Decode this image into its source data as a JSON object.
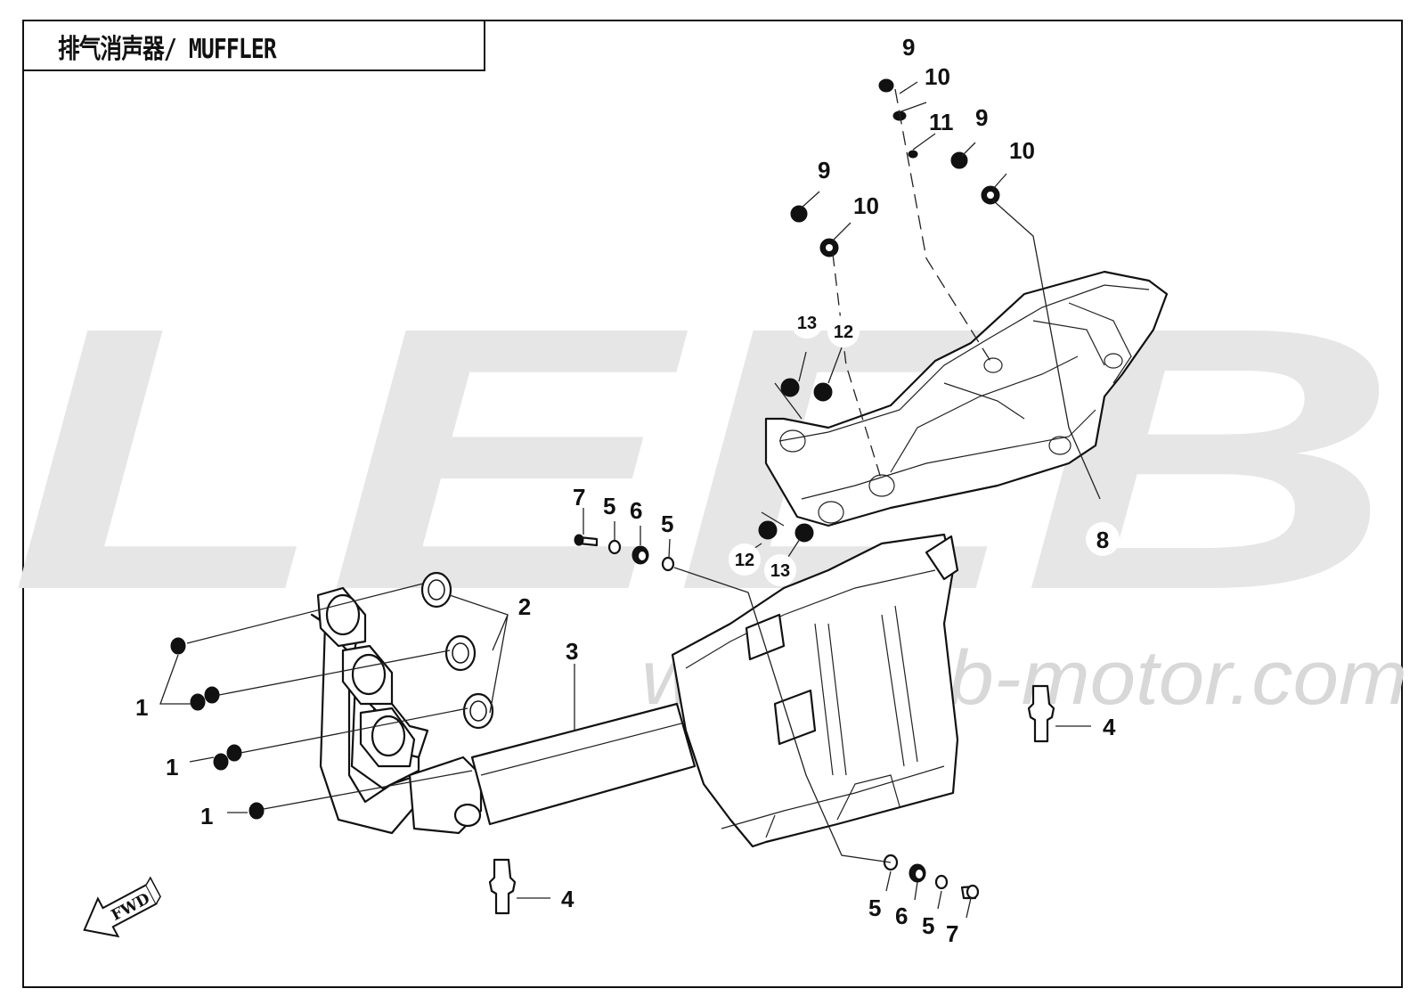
{
  "header": {
    "title": "排气消声器/ MUFFLER"
  },
  "watermark": {
    "brand_letters": "LEEB",
    "url": "www.leeb-motor.com"
  },
  "direction_indicator": {
    "text": "FWD"
  },
  "callouts": [
    {
      "id": "c1a",
      "text": "1"
    },
    {
      "id": "c1b",
      "text": "1"
    },
    {
      "id": "c1c",
      "text": "1"
    },
    {
      "id": "c2",
      "text": "2"
    },
    {
      "id": "c3",
      "text": "3"
    },
    {
      "id": "c4a",
      "text": "4"
    },
    {
      "id": "c4b",
      "text": "4"
    },
    {
      "id": "c5a",
      "text": "5"
    },
    {
      "id": "c5b",
      "text": "5"
    },
    {
      "id": "c5c",
      "text": "5"
    },
    {
      "id": "c5d",
      "text": "5"
    },
    {
      "id": "c6a",
      "text": "6"
    },
    {
      "id": "c6b",
      "text": "6"
    },
    {
      "id": "c7a",
      "text": "7"
    },
    {
      "id": "c7b",
      "text": "7"
    },
    {
      "id": "c8",
      "text": "8"
    },
    {
      "id": "c9a",
      "text": "9"
    },
    {
      "id": "c9b",
      "text": "9"
    },
    {
      "id": "c9c",
      "text": "9"
    },
    {
      "id": "c10a",
      "text": "10"
    },
    {
      "id": "c10b",
      "text": "10"
    },
    {
      "id": "c10c",
      "text": "10"
    },
    {
      "id": "c11",
      "text": "11"
    },
    {
      "id": "c12a",
      "text": "12"
    },
    {
      "id": "c12b",
      "text": "12"
    },
    {
      "id": "c13a",
      "text": "13"
    },
    {
      "id": "c13b",
      "text": "13"
    }
  ]
}
